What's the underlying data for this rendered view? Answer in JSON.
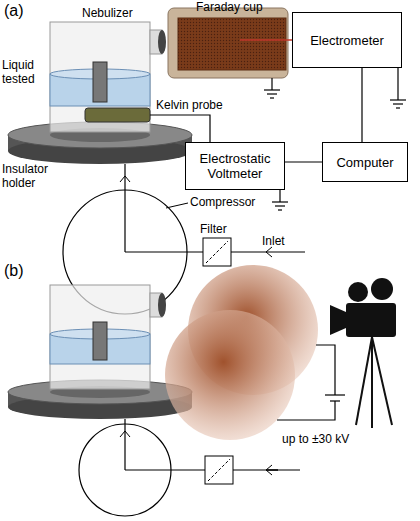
{
  "diagram": {
    "nodes": [
      {
        "text": [
          "Electrometer"
        ]
      },
      {
        "text": [
          "Electrostatic Voltmeter"
        ]
      },
      {
        "text": [
          "Computer"
        ]
      }
    ],
    "edges": [
      {
        "from": 0,
        "to": 2,
        "arrow": "none"
      },
      {
        "from": 1,
        "to": 2,
        "arrow": "none"
      }
    ],
    "labels": [
      "(a)",
      "Nebulizer",
      "Faraday cup",
      "Liquid tested",
      "Kelvin probe",
      "Insulator holder",
      "Compressor",
      "Filter",
      "Inlet",
      "(b)",
      "up to ±30 kV"
    ]
  }
}
